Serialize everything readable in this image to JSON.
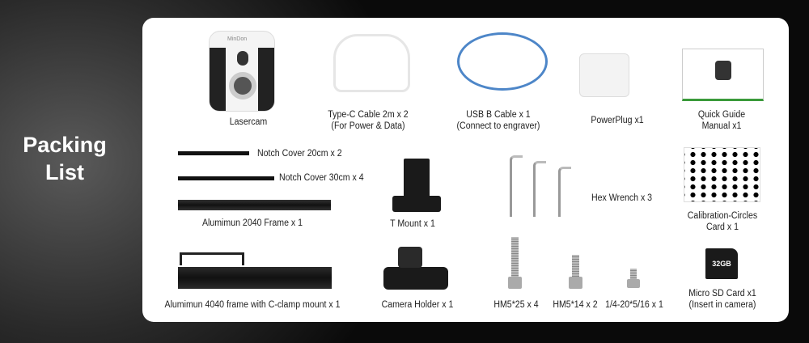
{
  "heading": {
    "line1": "Packing",
    "line2": "List"
  },
  "items": {
    "lasercam": {
      "label": "Lasercam",
      "brand": "MinDon"
    },
    "typec": {
      "line1": "Type-C Cable 2m x 2",
      "line2": "(For Power & Data)"
    },
    "usbb": {
      "line1": "USB B Cable x 1",
      "line2": "(Connect to engraver)"
    },
    "plug": {
      "label": "PowerPlug x1"
    },
    "guide": {
      "line1": "Quick Guide",
      "line2": "Manual x1"
    },
    "notch20": {
      "label": "Notch Cover 20cm x 2"
    },
    "notch30": {
      "label": "Notch Cover 30cm x 4"
    },
    "frame2040": {
      "label": "Alumimun 2040 Frame x 1"
    },
    "tmount": {
      "label": "T Mount x 1"
    },
    "hex": {
      "label": "Hex Wrench x 3"
    },
    "calib": {
      "line1": "Calibration-Circles",
      "line2": "Card x 1"
    },
    "frame4040": {
      "label": "Alumimun 4040 frame with C-clamp mount  x 1"
    },
    "holder": {
      "label": "Camera Holder  x 1"
    },
    "hm525": {
      "label": "HM5*25 x 4"
    },
    "hm514": {
      "label": "HM5*14 x 2"
    },
    "screw": {
      "label": "1/4-20*5/16 x 1"
    },
    "sd": {
      "line1": "Micro SD Card x1",
      "line2": "(Insert in camera)",
      "capacity": "32GB"
    }
  }
}
